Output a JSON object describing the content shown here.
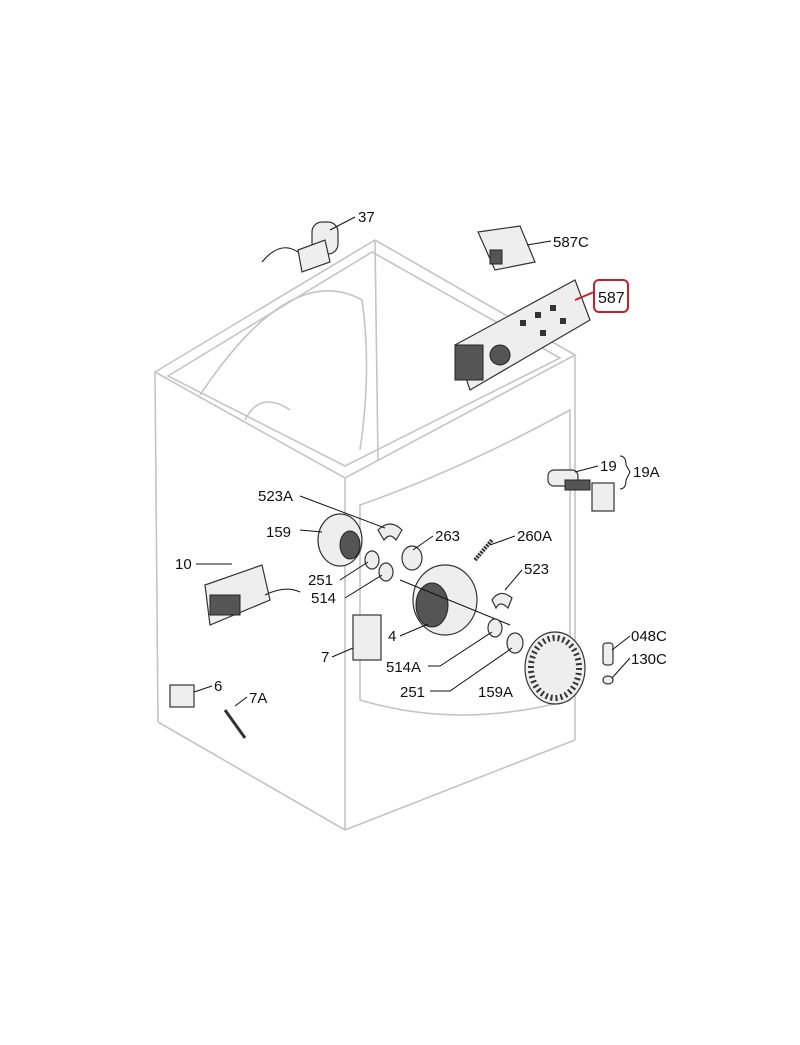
{
  "diagram": {
    "highlight_color": "#c8202a",
    "labels": {
      "p37": "37",
      "p587c": "587C",
      "p587": "587",
      "p19": "19",
      "p19a": "19A",
      "p523a": "523A",
      "p159": "159",
      "p263": "263",
      "p260a": "260A",
      "p10": "10",
      "p251a": "251",
      "p514": "514",
      "p523": "523",
      "p4": "4",
      "p7": "7",
      "p514a": "514A",
      "p251b": "251",
      "p159a": "159A",
      "p048c": "048C",
      "p130c": "130C",
      "p6": "6",
      "p7a": "7A"
    }
  }
}
